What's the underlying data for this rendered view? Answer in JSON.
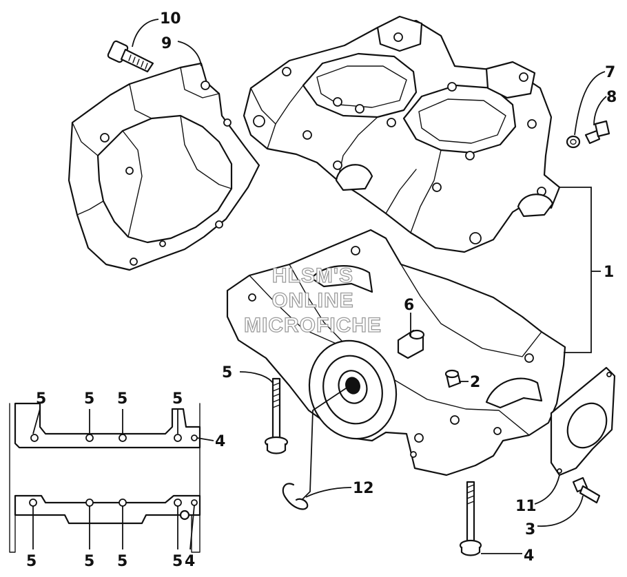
{
  "watermark": {
    "line1": "HLSM'S",
    "line2": "ONLINE",
    "line3": "MICROFICHE"
  },
  "callouts": {
    "c1": "1",
    "c2": "2",
    "c3": "3",
    "c4a": "4",
    "c4b": "4",
    "c4c": "4",
    "c5a": "5",
    "c6": "6",
    "c7": "7",
    "c8": "8",
    "c9": "9",
    "c10": "10",
    "c11": "11",
    "c12": "12"
  },
  "gasket_callouts": {
    "top": [
      "5",
      "5",
      "5",
      "5"
    ],
    "top_right": "4",
    "bottom": [
      "5",
      "5",
      "5",
      "5"
    ],
    "bottom_right": "4"
  }
}
